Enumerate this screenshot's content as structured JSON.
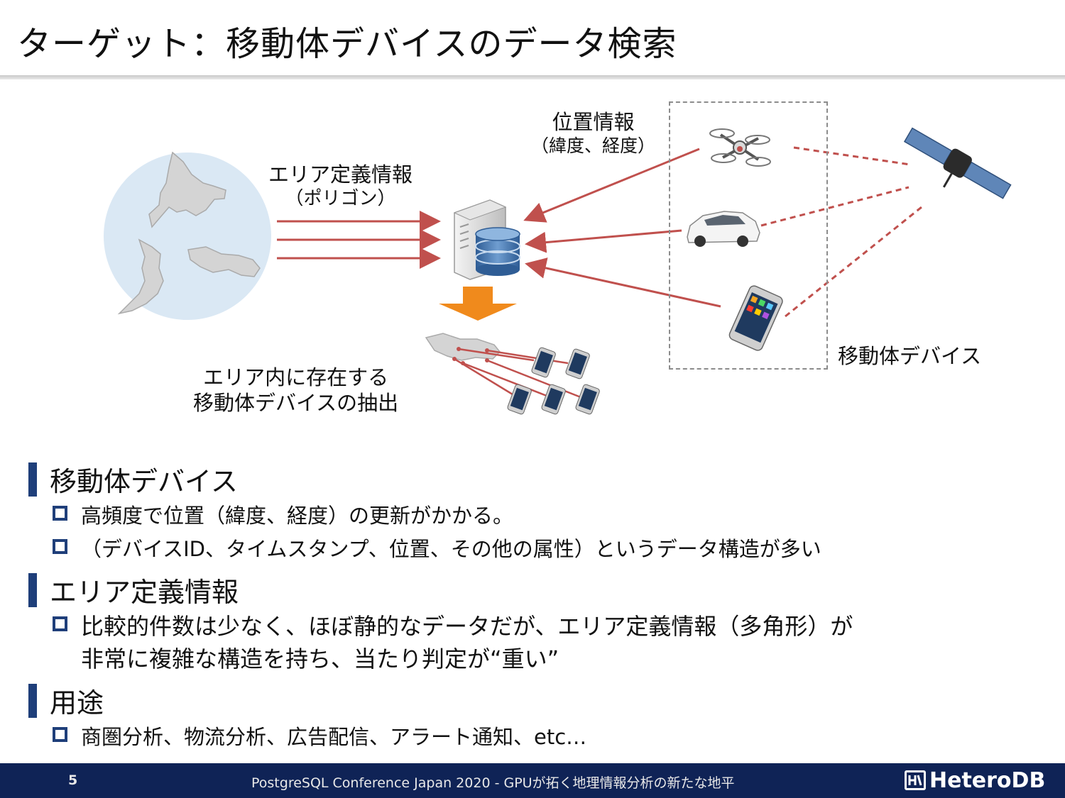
{
  "title": "ターゲット：移動体デバイスのデータ検索",
  "diagram": {
    "area_label_line1": "エリア定義情報",
    "area_label_line2": "（ポリゴン）",
    "position_label_line1": "位置情報",
    "position_label_line2": "（緯度、経度）",
    "mobile_label": "移動体デバイス",
    "extract_label_line1": "エリア内に存在する",
    "extract_label_line2": "移動体デバイスの抽出",
    "colors": {
      "arrow": "#c0504d",
      "globe": "#dae8f4",
      "land": "#d4d4d4",
      "result_arrow": "#f08a1c"
    }
  },
  "sections": [
    {
      "heading": "移動体デバイス",
      "bullets": [
        "高頻度で位置（緯度、経度）の更新がかかる。",
        "（デバイスID、タイムスタンプ、位置、その他の属性）というデータ構造が多い"
      ]
    },
    {
      "heading": "エリア定義情報",
      "bullets": [
        "比較的件数は少なく、ほぼ静的なデータだが、エリア定義情報（多角形）が",
        "非常に複雑な構造を持ち、当たり判定が“重い”"
      ]
    },
    {
      "heading": "用途",
      "bullets": [
        "商圏分析、物流分析、広告配信、アラート通知、etc…"
      ]
    }
  ],
  "footer": {
    "page_number": "5",
    "conference": "PostgreSQL Conference Japan 2020 - GPUが拓く地理情報分析の新たな地平",
    "logo_text": "HeteroDB",
    "accent_color": "#0f2356"
  }
}
